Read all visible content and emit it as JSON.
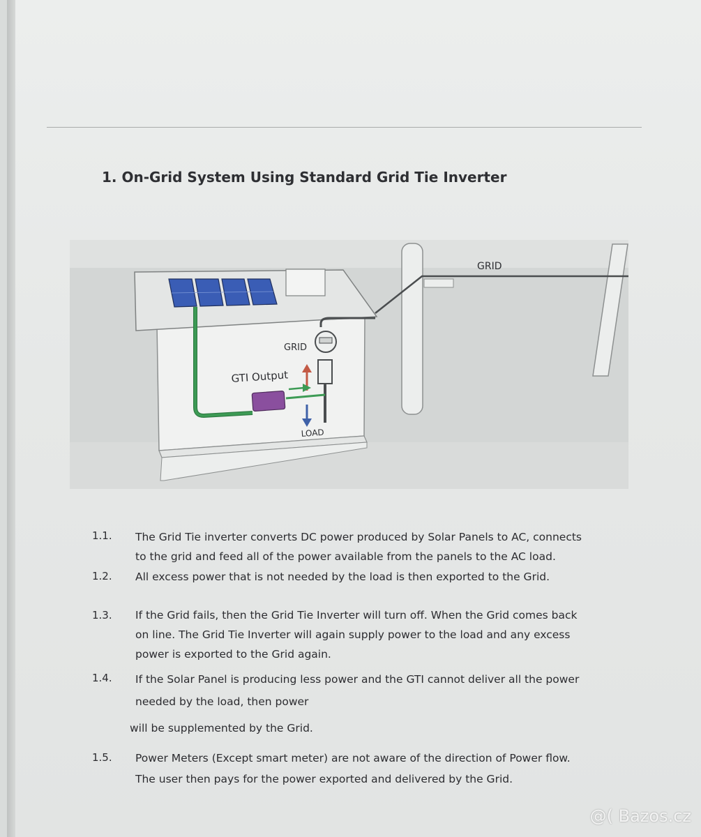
{
  "document": {
    "heading": "1.  On-Grid System Using Standard Grid Tie Inverter",
    "diagram": {
      "label_grid_line": "GRID",
      "label_grid_meter": "GRID",
      "label_gti_output": "GTI Output",
      "label_load": "LOAD",
      "colors": {
        "dc_cable": "#3d9b55",
        "inverter": "#8a4f9e",
        "arrow_up": "#c35a45",
        "arrow_down": "#3f61a8",
        "arrow_right": "#3d9b55",
        "solar_panel": "#3a5db5"
      }
    },
    "items": [
      {
        "number": "1.1.",
        "lines": [
          "The Grid Tie inverter converts DC power produced by Solar Panels to AC, connects",
          "to the grid and feed all of the power available from the panels to the AC load."
        ]
      },
      {
        "number": "1.2.",
        "lines": [
          "All excess power that is not needed by the load is then exported to the Grid."
        ]
      },
      {
        "number": "1.3.",
        "lines": [
          "If the Grid fails, then the Grid Tie Inverter will turn off.  When the Grid comes back",
          "on line. The Grid Tie Inverter will again supply power to the load and any excess",
          "power is exported to the Grid again."
        ]
      },
      {
        "number": "1.4.",
        "lines": [
          "If the Solar Panel is producing less power and the GTI cannot deliver all the power",
          "needed by the load, then power"
        ],
        "continuation": "will be supplemented by the Grid."
      },
      {
        "number": "1.5.",
        "lines": [
          "Power Meters (Except smart meter) are not aware of the direction of Power flow.",
          "The user then pays for the power exported and delivered by the Grid."
        ]
      }
    ]
  },
  "watermark": "@( Bazos.cz"
}
